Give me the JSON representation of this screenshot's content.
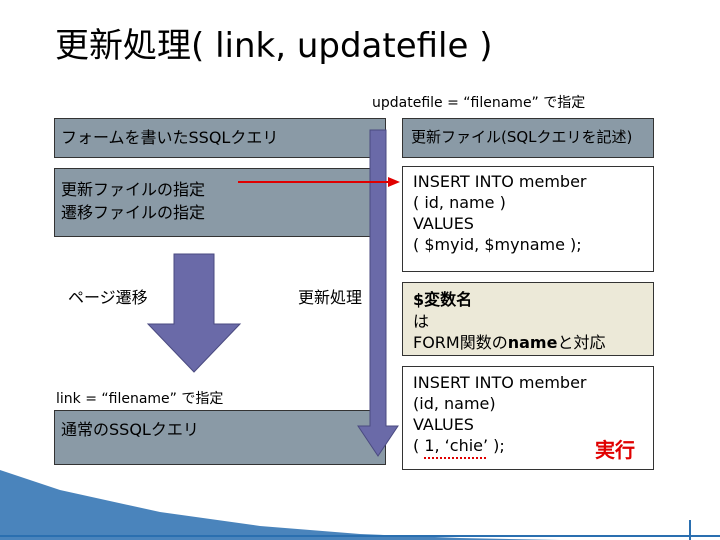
{
  "title": "更新処理( link, updatefile )",
  "updatefile_caption": "updatefile = “filename” で指定",
  "form_box": {
    "label": "フォームを書いたSSQLクエリ"
  },
  "spec_box": {
    "line1": "更新ファイルの指定",
    "line2": "遷移ファイルの指定"
  },
  "page_transition_label": "ページ遷移",
  "update_process_label": "更新処理",
  "update_file_box": {
    "label": "更新ファイル(SQLクエリを記述)"
  },
  "insert_box_1": {
    "lines": [
      "INSERT INTO member",
      "( id, name )",
      "VALUES",
      "( $myid, $myname );"
    ]
  },
  "variable_box": {
    "line1": "$変数名",
    "line2": "は",
    "line3_prefix": "FORM関数の",
    "line3_bold": "name",
    "line3_suffix": "と対応"
  },
  "link_caption": "link = “filename” で指定",
  "normal_box": {
    "label": "通常のSSQLクエリ"
  },
  "insert_box_2": {
    "lines": [
      "INSERT INTO member",
      "(id, name)",
      "VALUES",
      "( 1, ‘chie’ );"
    ]
  },
  "execute_label": "実行",
  "colors": {
    "gray_box": "#8a9aa6",
    "arrow": "#6a6aa8",
    "red_arrow": "#e00000",
    "beige_box": "#ece9d8",
    "footer": "#2a6fb0"
  }
}
